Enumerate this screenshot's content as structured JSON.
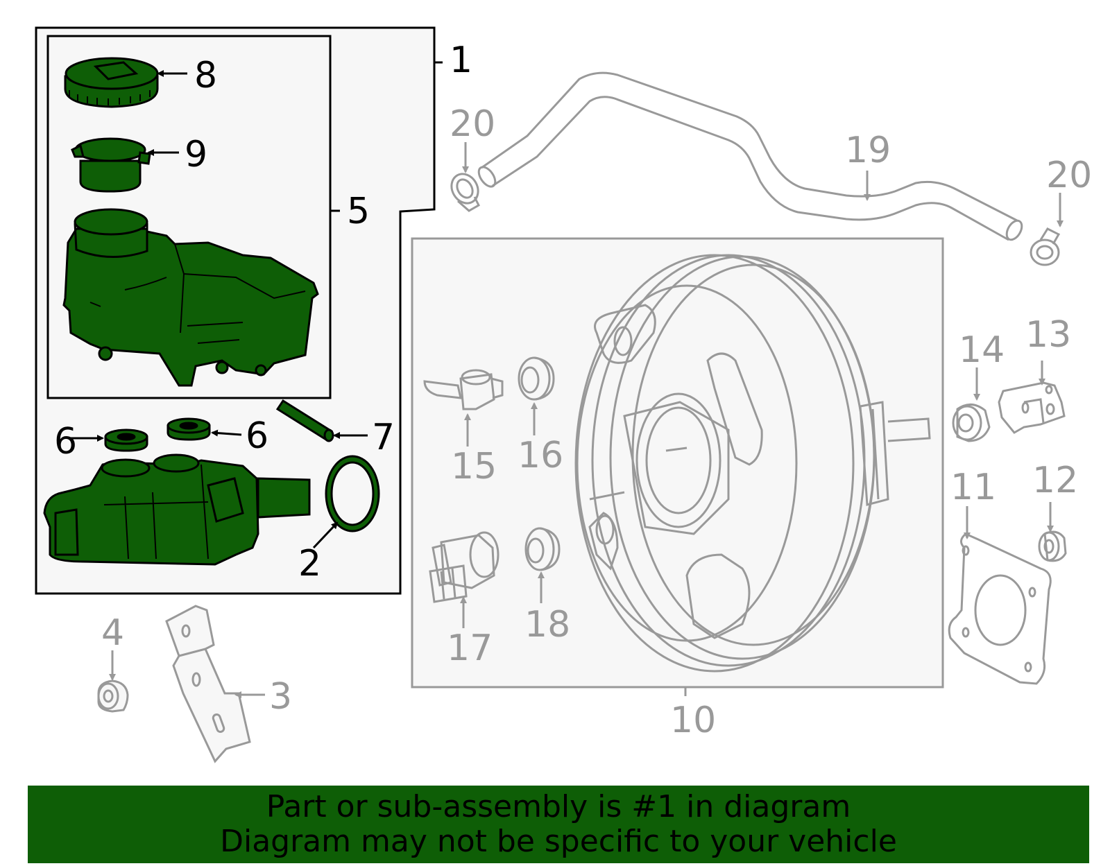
{
  "colors": {
    "highlight_fill": "#0e5e06",
    "inactive_stroke": "#999999",
    "active_stroke": "#000000",
    "box_fill": "#f7f7f7"
  },
  "callouts": {
    "c1": "1",
    "c2": "2",
    "c3": "3",
    "c4": "4",
    "c5": "5",
    "c6a": "6",
    "c6b": "6",
    "c7": "7",
    "c8": "8",
    "c9": "9",
    "c10": "10",
    "c11": "11",
    "c12": "12",
    "c13": "13",
    "c14": "14",
    "c15": "15",
    "c16": "16",
    "c17": "17",
    "c18": "18",
    "c19": "19",
    "c20a": "20",
    "c20b": "20"
  },
  "banner": {
    "line1": "Part or sub-assembly is #1 in diagram",
    "line2": "Diagram may not be specific to your vehicle"
  }
}
